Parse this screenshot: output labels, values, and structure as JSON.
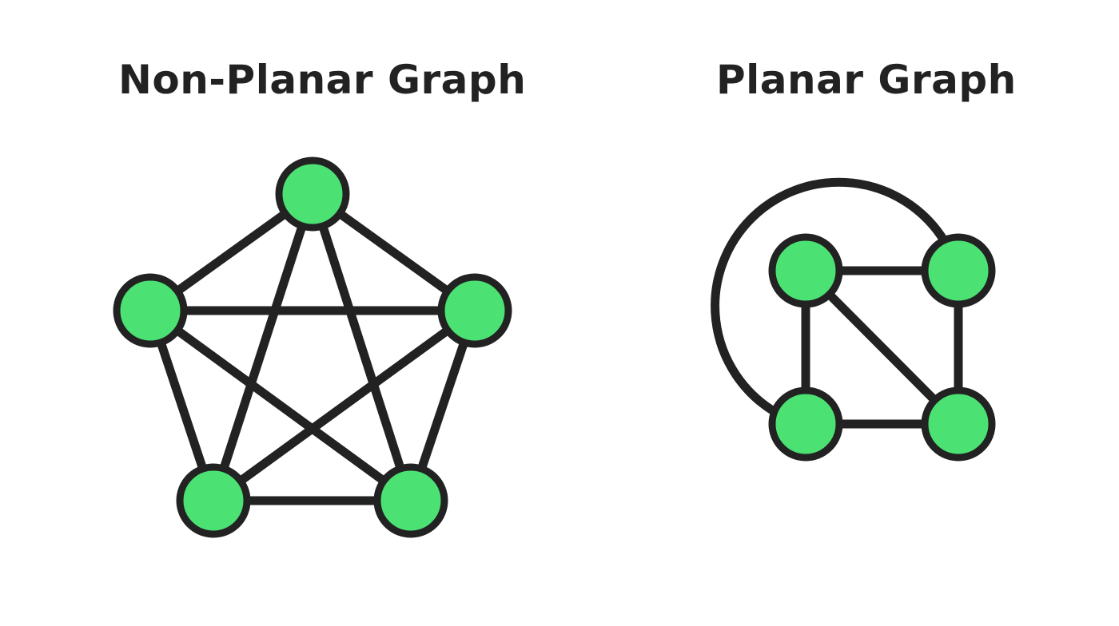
{
  "panels": [
    {
      "title": "Non-Planar Graph",
      "node_count": 5,
      "edges": [
        [
          0,
          1
        ],
        [
          0,
          2
        ],
        [
          0,
          3
        ],
        [
          0,
          4
        ],
        [
          1,
          2
        ],
        [
          1,
          3
        ],
        [
          1,
          4
        ],
        [
          2,
          3
        ],
        [
          2,
          4
        ],
        [
          3,
          4
        ]
      ]
    },
    {
      "title": "Planar Graph",
      "node_count": 4,
      "edges": [
        [
          0,
          1
        ],
        [
          0,
          2
        ],
        [
          0,
          3
        ],
        [
          1,
          3
        ],
        [
          2,
          3
        ],
        [
          1,
          2
        ]
      ]
    }
  ],
  "colors": {
    "node_fill": "#4be173",
    "stroke": "#222222",
    "title": "#222222",
    "background": "#ffffff"
  }
}
